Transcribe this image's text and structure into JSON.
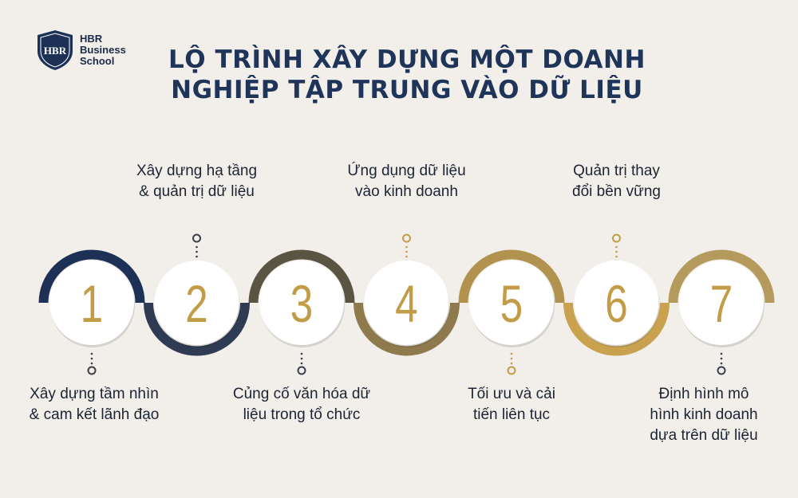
{
  "brand": {
    "monogram": "HBR",
    "name_lines": [
      "HBR",
      "Business",
      "School"
    ],
    "navy": "#1d3157"
  },
  "title_lines": [
    "LỘ TRÌNH XÂY DỰNG MỘT DOANH",
    "NGHIỆP TẬP TRUNG VÀO DỮ LIỆU"
  ],
  "steps": [
    {
      "number": "1",
      "label_lines": [
        "Xây dựng tầm nhìn",
        "& cam kết lãnh đạo"
      ],
      "label_position": "below",
      "ring_color": "#1d3157"
    },
    {
      "number": "2",
      "label_lines": [
        "Xây dựng hạ tầng",
        "& quản trị dữ liệu"
      ],
      "label_position": "above",
      "ring_color": "#2f3b52"
    },
    {
      "number": "3",
      "label_lines": [
        "Củng cố văn hóa dữ",
        "liệu trong tổ chức"
      ],
      "label_position": "below",
      "ring_color": "#5a5442"
    },
    {
      "number": "4",
      "label_lines": [
        "Ứng dụng dữ liệu",
        "vào kinh doanh"
      ],
      "label_position": "above",
      "ring_color": "#8e7a4c"
    },
    {
      "number": "5",
      "label_lines": [
        "Tối ưu và cải",
        "tiến liên tục"
      ],
      "label_position": "below",
      "ring_color": "#b1924f"
    },
    {
      "number": "6",
      "label_lines": [
        "Quản trị thay",
        "đổi bền vững"
      ],
      "label_position": "above",
      "ring_color": "#c9a24f"
    },
    {
      "number": "7",
      "label_lines": [
        "Định hình mô",
        "hình kinh doanh",
        "dựa trên dữ liệu"
      ],
      "label_position": "below",
      "ring_color": "#b49a5c"
    }
  ],
  "colors": {
    "number": "#c39c48",
    "dot_dark": "#3a3f4c",
    "dot_gold": "#c39c48"
  }
}
